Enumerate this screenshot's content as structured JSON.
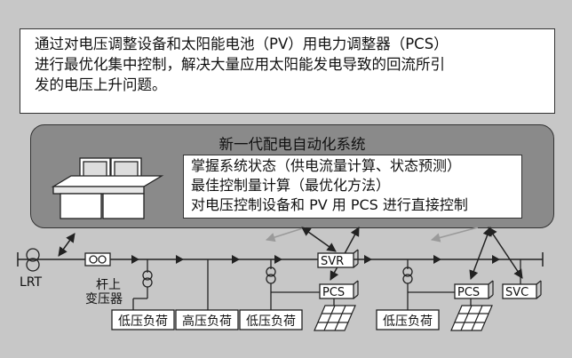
{
  "intro": {
    "lines": [
      "通过对电压调整设备和太阳能电池（PV）用电力调整器（PCS）",
      "进行最优化集中控制，解决大量应用太阳能发电导致的回流所引",
      "发的电压上升问题。"
    ]
  },
  "system": {
    "title": "新一代配电自动化系统",
    "functions": [
      "掌握系统状态（供电流量计算、状态预测）",
      "最佳控制量计算（最优化方法）",
      "对电压控制设备和 PV 用 PCS 进行直接控制"
    ]
  },
  "grid": {
    "lrt": "LRT",
    "pole_transformer_line1": "杆上",
    "pole_transformer_line2": "变压器",
    "svr": "SVR",
    "pcs": "PCS",
    "svc": "SVC",
    "loads": [
      "低压负荷",
      "高压负荷",
      "低压负荷",
      "低压负荷"
    ]
  },
  "colors": {
    "background": "#c7c7c7",
    "system_box": "#8a8a8a",
    "line": "#222222",
    "gray_arrow": "#9a9a9a"
  }
}
